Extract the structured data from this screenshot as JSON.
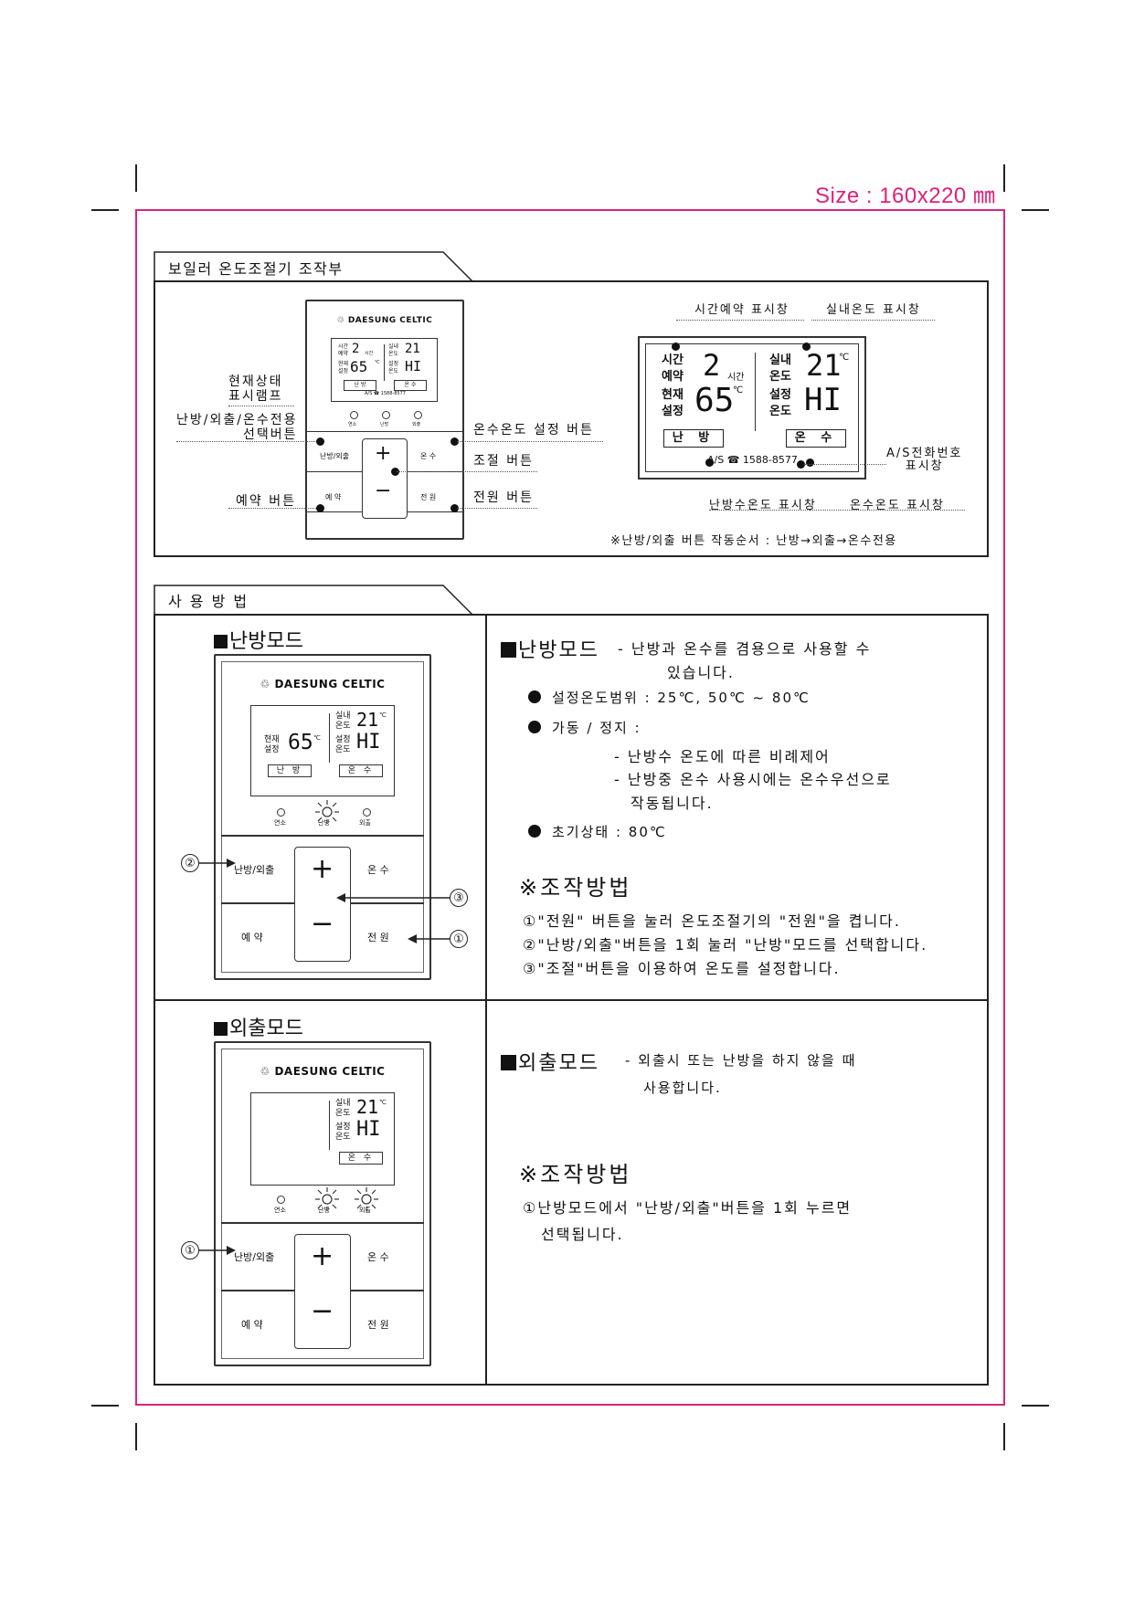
{
  "size_label": "Size : 160x220 ㎜",
  "section1": {
    "tab": "보일러 온도조절기 조작부",
    "left_labels": {
      "status_lamp": "현재상태\n표시램프",
      "mode_select": "난방/외출/온수전용\n선택버튼",
      "reserve_button": "예약 버튼"
    },
    "right_labels": {
      "water_temp_button": "온수온도 설정 버튼",
      "adjust_button": "조절 버튼",
      "power_button": "전원 버튼"
    },
    "lcd_callouts": {
      "time_reserve": "시간예약 표시창",
      "room_temp": "실내온도 표시창",
      "heating_water_temp": "난방수온도 표시창",
      "hot_water_temp": "온수온도 표시창",
      "as_phone": "A/S전화번호\n표시창"
    },
    "note": "※난방/외출 버튼 작동순서 : 난방→외출→온수전용"
  },
  "device": {
    "brand": "DAESUNG CELTIC",
    "lcd": {
      "time_label_1": "시간",
      "time_label_2": "예약",
      "time_value": "2",
      "time_unit": "시간",
      "current_label_1": "현재",
      "current_label_2": "설정",
      "current_value": "65",
      "room_label_1": "실내",
      "room_label_2": "온도",
      "room_value": "21",
      "set_label_1": "설정",
      "set_label_2": "온도",
      "set_value": "HI",
      "deg": "℃",
      "heat_tag": "난 방",
      "water_tag": "온 수",
      "as_phone": "A/S ☎ 1588-8577"
    },
    "lamps": [
      "연소",
      "난방",
      "외출"
    ],
    "buttons": {
      "mode": "난방/외출",
      "water": "온  수",
      "reserve": "예  약",
      "power": "전  원",
      "plus": "+",
      "minus": "−"
    }
  },
  "section2": {
    "tab": "사 용 방 법",
    "heating": {
      "title_left": "난방모드",
      "title_right": "난방모드",
      "desc_1": "- 난방과 온수를 겸용으로 사용할 수",
      "desc_2": "있습니다.",
      "bullets": [
        "설정온도범위 : 25℃, 50℃ ~ 80℃",
        "가동 / 정지 :",
        "초기상태 : 80℃"
      ],
      "sub_1": "- 난방수 온도에 따른 비례제어",
      "sub_2": "- 난방중 온수 사용시에는 온수우선으로",
      "sub_3": "작동됩니다.",
      "howto_title": "※조작방법",
      "steps": [
        "①\"전원\" 버튼을 눌러 온도조절기의 \"전원\"을 켭니다.",
        "②\"난방/외출\"버튼을 1회 눌러 \"난방\"모드를 선택합니다.",
        "③\"조절\"버튼을 이용하여 온도를 설정합니다."
      ],
      "markers": [
        "②",
        "③",
        "①"
      ]
    },
    "away": {
      "title_left": "외출모드",
      "title_right": "외출모드",
      "desc_1": "- 외출시 또는 난방을 하지 않을 때",
      "desc_2": "사용합니다.",
      "howto_title": "※조작방법",
      "step_1": "①난방모드에서 \"난방/외출\"버튼을 1회 누르면",
      "step_2": "선택됩니다.",
      "marker": "①"
    }
  }
}
